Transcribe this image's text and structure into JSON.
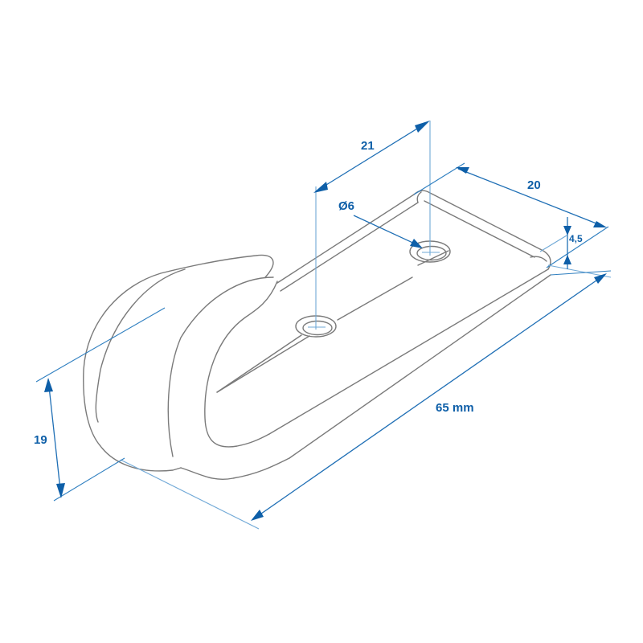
{
  "drawing": {
    "subject": "Coat hook with mounting plate, isometric technical drawing",
    "colors": {
      "part_outline": "#7a7a7a",
      "dimension": "#0e5fa8",
      "extension_line": "#2f7fc0",
      "background": "#ffffff"
    },
    "dimensions": {
      "hole_spacing": "21",
      "hole_diameter": "Ø6",
      "plate_width": "20",
      "plate_thickness": "4,5",
      "hook_height": "19",
      "overall_length": "65 mm"
    },
    "features": {
      "holes": 2,
      "hole_type": "countersunk"
    }
  }
}
